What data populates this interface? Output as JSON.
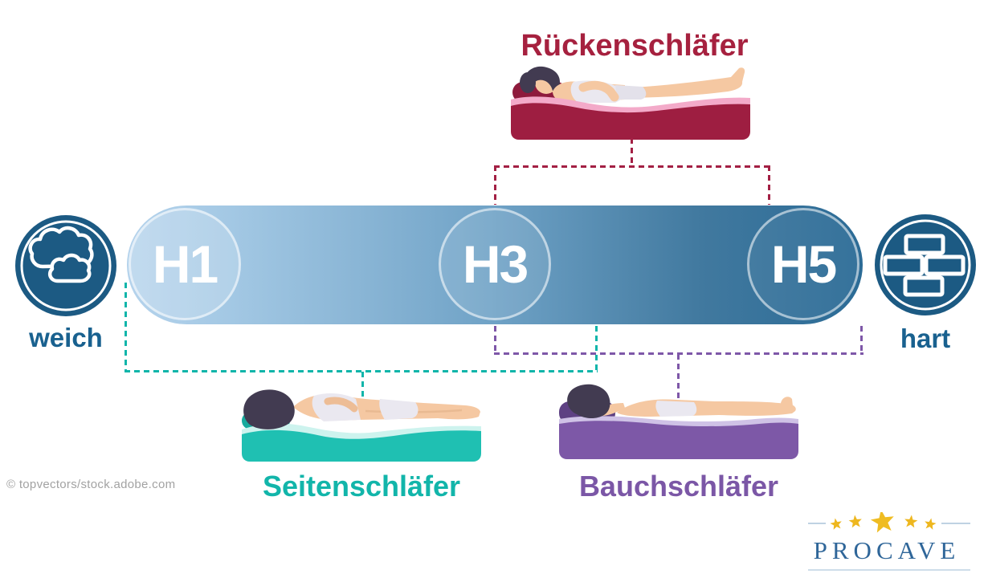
{
  "credit": "© topvectors/stock.adobe.com",
  "scale": {
    "levels": [
      {
        "label": "H1"
      },
      {
        "label": "H3"
      },
      {
        "label": "H5"
      }
    ],
    "soft_label": "weich",
    "hard_label": "hart",
    "soft_icon": "cloud-icon",
    "hard_icon": "bricks-icon",
    "gradient_from": "#b5d3ec",
    "gradient_to": "#2b6b96",
    "icon_circle_color": "#1c5a83"
  },
  "sleepers": {
    "back": {
      "label": "Rückenschläfer",
      "color": "#a6213f",
      "mattress_color": "#9e1e41",
      "connector_color": "#a32044"
    },
    "side": {
      "label": "Seitenschläfer",
      "color": "#12b5aa",
      "mattress_color": "#1fc0b2",
      "connector_color": "#10b5aa"
    },
    "stomach": {
      "label": "Bauchschläfer",
      "color": "#7b57a6",
      "mattress_color": "#7d58a7",
      "connector_color": "#7e57a8"
    }
  },
  "logo": {
    "text": "PROCAVE",
    "color": "#2f6699",
    "star_color": "#eeb71f"
  }
}
